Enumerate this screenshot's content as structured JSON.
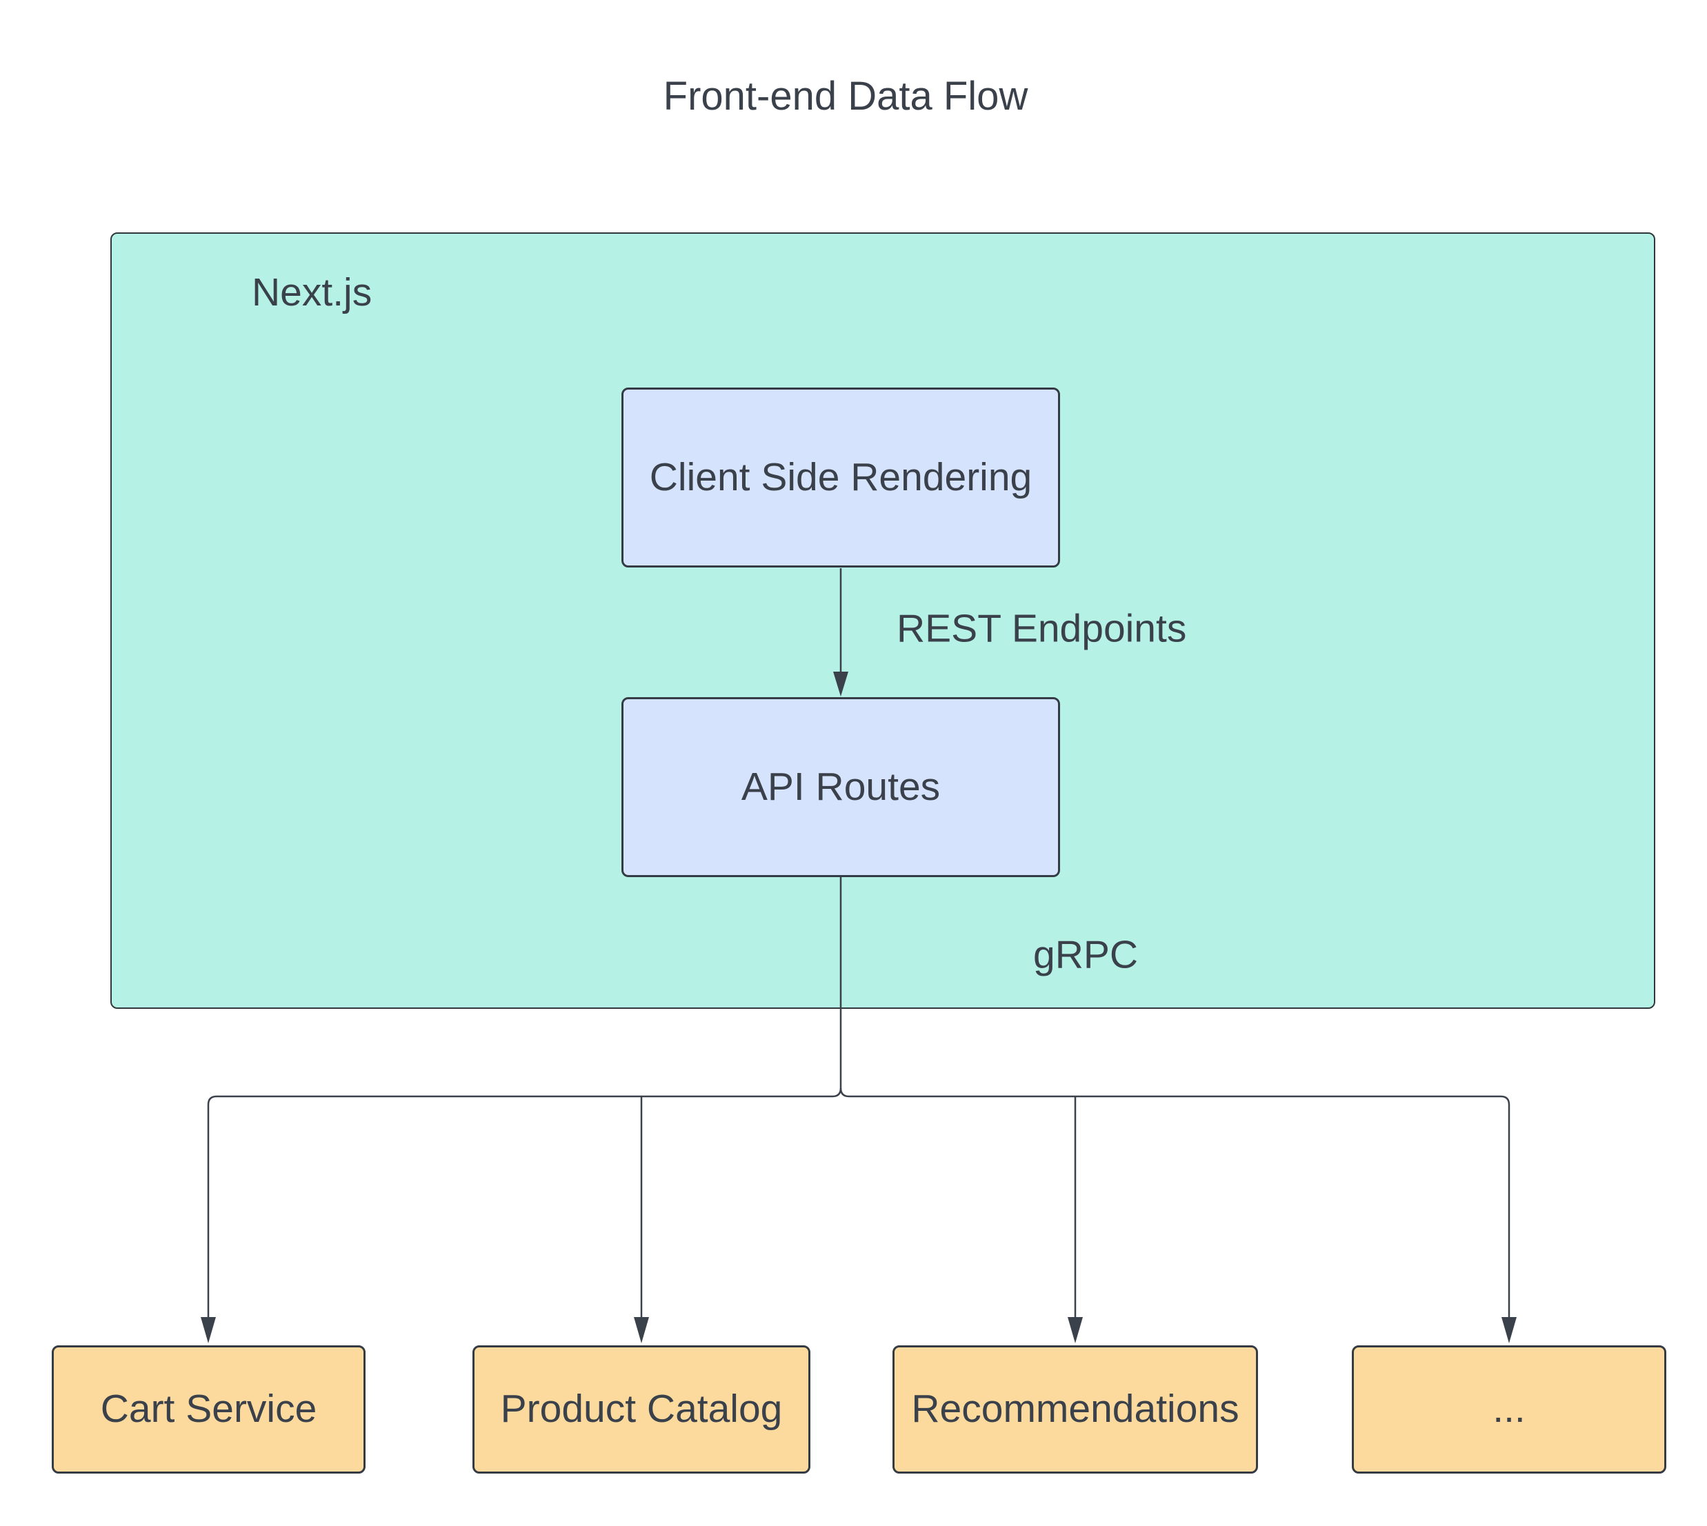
{
  "diagram": {
    "title": "Front-end Data Flow",
    "container": {
      "label": "Next.js"
    },
    "nodes": {
      "csr": {
        "label": "Client Side Rendering"
      },
      "api": {
        "label": "API Routes"
      },
      "cart": {
        "label": "Cart Service"
      },
      "catalog": {
        "label": "Product Catalog"
      },
      "recommendations": {
        "label": "Recommendations"
      },
      "more": {
        "label": "..."
      }
    },
    "edge_labels": {
      "rest": "REST Endpoints",
      "grpc": "gRPC"
    },
    "colors": {
      "container_fill": "#b5f1e5",
      "blue_node_fill": "#d5e3fc",
      "orange_node_fill": "#fcda9e",
      "line": "#3a414b",
      "text": "#3a414b"
    }
  }
}
